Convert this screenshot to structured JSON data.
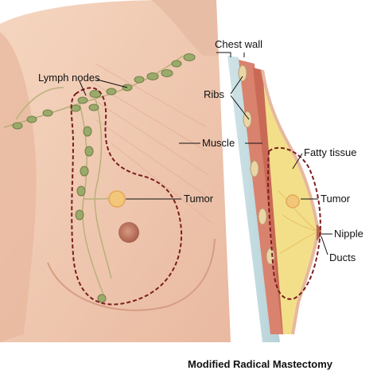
{
  "title": "Modified Radical Mastectomy",
  "labels": {
    "lymph_nodes": "Lymph nodes",
    "tumor_front": "Tumor",
    "chest_wall": "Chest wall",
    "ribs": "Ribs",
    "muscle": "Muscle",
    "fatty_tissue": "Fatty tissue",
    "tumor_side": "Tumor",
    "nipple": "Nipple",
    "ducts": "Ducts"
  },
  "colors": {
    "skin": "#f0c9b1",
    "skin_shadow": "#dca58c",
    "muscle": "#d9826e",
    "fat": "#f3df8a",
    "lymph_node": "#9aaa6a",
    "dashed_outline": "#7a1e1e",
    "tumor": "#f2c77a",
    "nipple": "#b86b55"
  }
}
